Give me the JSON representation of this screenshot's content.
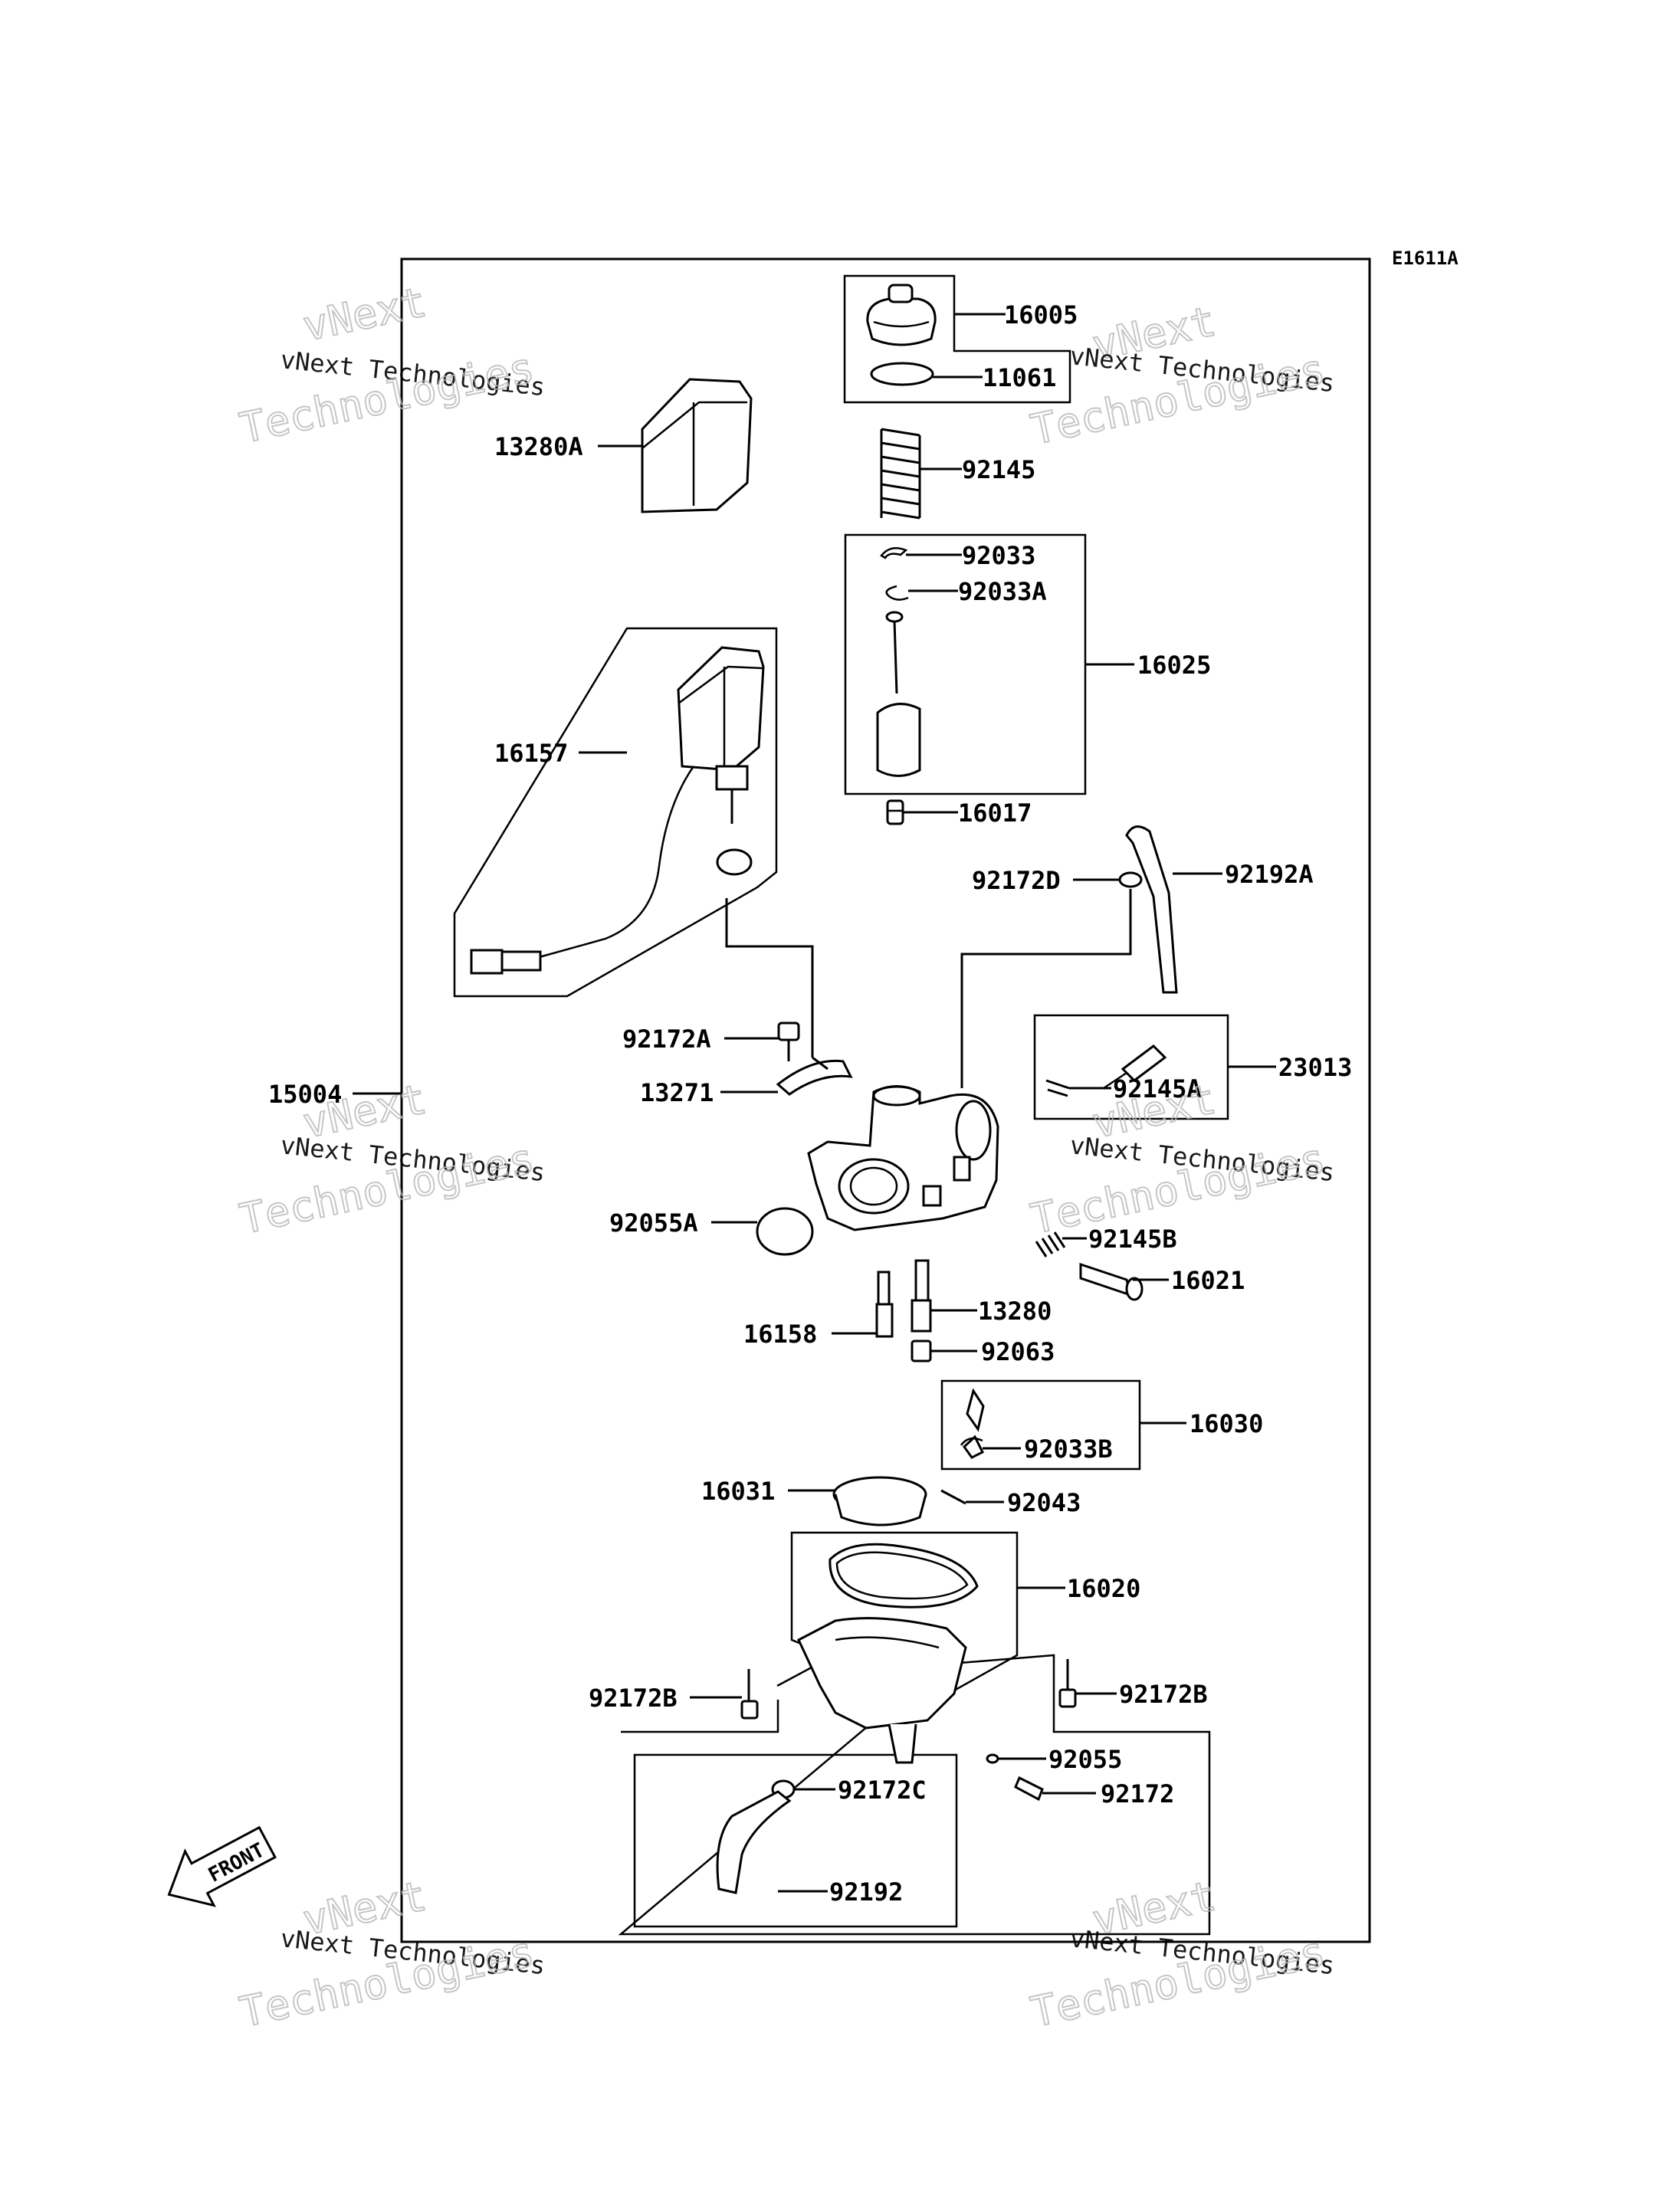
{
  "diagram": {
    "code": "E1611A",
    "front_label": "FRONT",
    "watermark": {
      "line1": "vNext",
      "line2": "vNext Technologies",
      "line3": "Technologies"
    },
    "labels": {
      "p16005": "16005",
      "p11061": "11061",
      "p13280A": "13280A",
      "p92145": "92145",
      "p92033": "92033",
      "p92033A": "92033A",
      "p16025": "16025",
      "p16157": "16157",
      "p16017": "16017",
      "p92172D": "92172D",
      "p92192A": "92192A",
      "p92172A": "92172A",
      "p23013": "23013",
      "p15004": "15004",
      "p13271": "13271",
      "p92145A": "92145A",
      "p92055A": "92055A",
      "p92145B": "92145B",
      "p16021": "16021",
      "p13280": "13280",
      "p16158": "16158",
      "p92063": "92063",
      "p16030": "16030",
      "p92033B": "92033B",
      "p16031": "16031",
      "p92043": "92043",
      "p16020": "16020",
      "p92172B_left": "92172B",
      "p92172B_right": "92172B",
      "p92055": "92055",
      "p92172C": "92172C",
      "p92172": "92172",
      "p92192": "92192"
    }
  }
}
